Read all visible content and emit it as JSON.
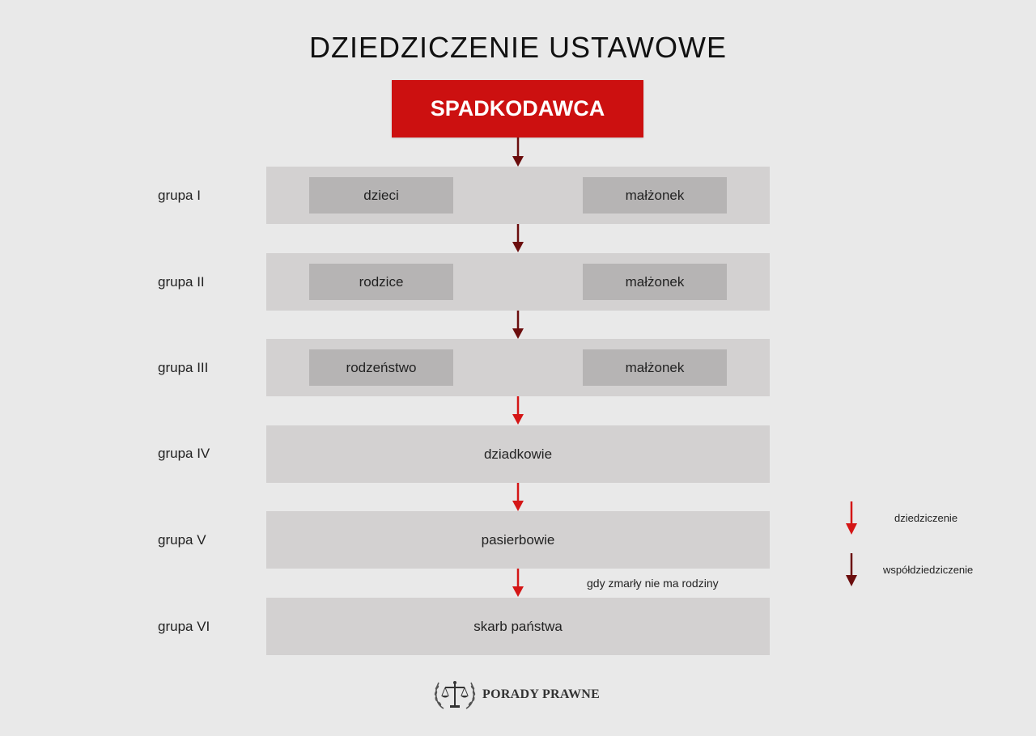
{
  "title": "DZIEDZICZENIE USTAWOWE",
  "root": "SPADKODAWCA",
  "groups": [
    {
      "label": "grupa I",
      "left": "dzieci",
      "right": "małżonek"
    },
    {
      "label": "grupa II",
      "left": "rodzice",
      "right": "małżonek"
    },
    {
      "label": "grupa III",
      "left": "rodzeństwo",
      "right": "małżonek"
    },
    {
      "label": "grupa IV",
      "center": "dziadkowie"
    },
    {
      "label": "grupa V",
      "center": "pasierbowie"
    },
    {
      "label": "grupa VI",
      "center": "skarb państwa"
    }
  ],
  "note": "gdy zmarły nie ma rodziny",
  "legend": {
    "inheritance": "dziedziczenie",
    "co_inheritance": "współdziedziczenie"
  },
  "arrows": [
    "co_inheritance",
    "co_inheritance",
    "co_inheritance",
    "inheritance",
    "inheritance",
    "inheritance"
  ],
  "colors": {
    "inheritance": "#d41616",
    "co_inheritance": "#6b0d0d",
    "root": "#cc1010",
    "band": "#d3d1d1",
    "inner_box": "#b6b4b4"
  },
  "logo": {
    "text": "PORADY PRAWNE",
    "icon": "scales-of-justice-icon"
  }
}
